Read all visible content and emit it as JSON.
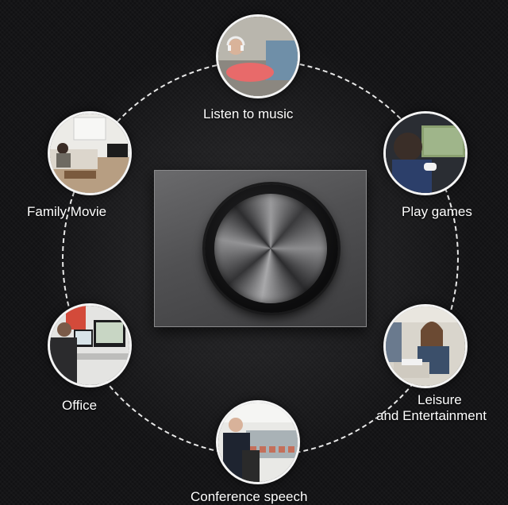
{
  "features": {
    "music": "Listen to music",
    "games": "Play games",
    "leisure_line1": "Leisure",
    "leisure_line2": "and Entertainment",
    "conference": "Conference speech",
    "office": "Office",
    "movie": "Family Movie"
  },
  "colors": {
    "background": "#111113",
    "ring": "#e8e8e8",
    "label_text": "#ffffff",
    "panel": "#58585a",
    "knob": "#0c0c0d"
  },
  "icons": [
    "music-scene-image",
    "games-scene-image",
    "leisure-scene-image",
    "conference-scene-image",
    "office-scene-image",
    "movie-scene-image",
    "volume-knob"
  ]
}
